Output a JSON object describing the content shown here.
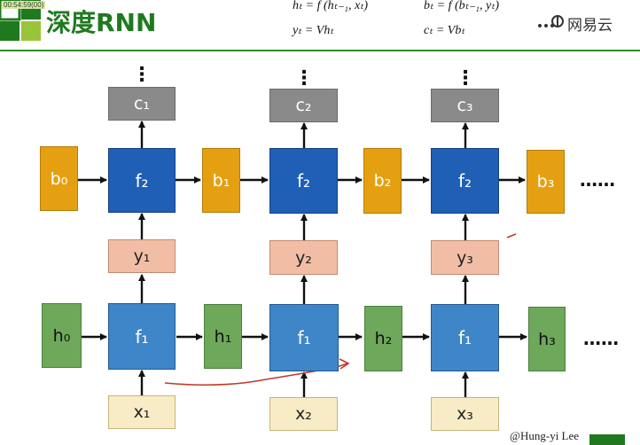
{
  "header": {
    "title": "深度RNN",
    "timestamp": "00:54:59(00)",
    "brand": "网易云",
    "equations": {
      "h_update": "hₜ = f (hₜ₋₁, xₜ)",
      "y_out": "yₜ = Vhₜ",
      "b_update": "bₜ = f (bₜ₋₁, yₜ)",
      "c_out": "cₜ = Vbₜ"
    }
  },
  "diagram": {
    "c_labels": [
      "c₁",
      "c₂",
      "c₃"
    ],
    "f2_label": "f₂",
    "f1_label": "f₁",
    "b_labels": [
      "b₀",
      "b₁",
      "b₂",
      "b₃"
    ],
    "y_labels": [
      "y₁",
      "y₂",
      "y₃"
    ],
    "h_labels": [
      "h₀",
      "h₁",
      "h₂",
      "h₃"
    ],
    "x_labels": [
      "x₁",
      "x₂",
      "x₃"
    ],
    "continuation": "……",
    "vertical_dots": "⋮"
  },
  "footer": {
    "credit": "@Hung-yi Lee"
  },
  "colors": {
    "theme_green": "#1f7a1f",
    "f2_blue": "#1f5fb5",
    "f1_blue": "#3f86c8",
    "b_orange": "#e5a012",
    "c_gray": "#8a8a8a",
    "y_peach": "#f1bea5",
    "h_green": "#6ea85a",
    "x_cream": "#f7ecc5",
    "annotation_red": "#c0392b"
  }
}
